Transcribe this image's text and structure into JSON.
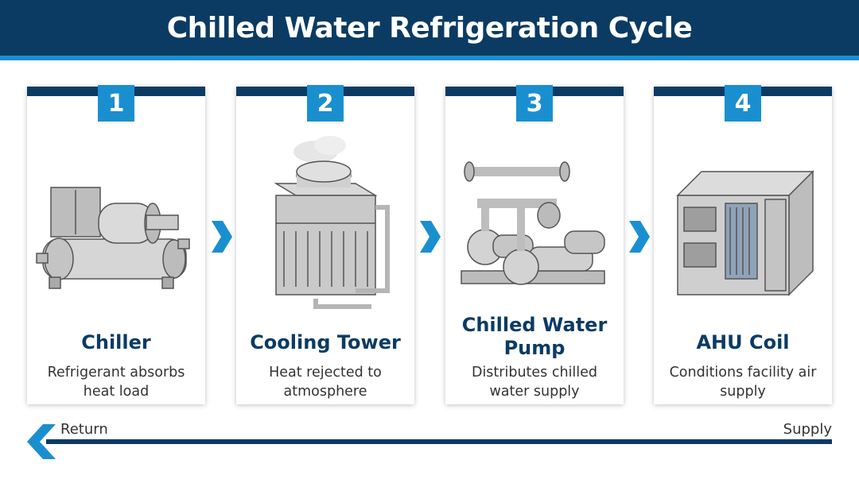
{
  "header": {
    "title": "Chilled Water Refrigeration Cycle"
  },
  "steps": [
    {
      "number": "1",
      "title": "Chiller",
      "description": "Refrigerant absorbs heat load",
      "icon": "chiller-icon"
    },
    {
      "number": "2",
      "title": "Cooling Tower",
      "description": "Heat rejected to atmosphere",
      "icon": "cooling-tower-icon"
    },
    {
      "number": "3",
      "title": "Chilled Water Pump",
      "description": "Distributes chilled water supply",
      "icon": "pump-icon"
    },
    {
      "number": "4",
      "title": "AHU Coil",
      "description": "Conditions facility air supply",
      "icon": "ahu-coil-icon"
    }
  ],
  "flow": {
    "left_label": "Return",
    "right_label": "Supply"
  },
  "colors": {
    "primary": "#0b3b63",
    "accent": "#1a8fd0",
    "equipment": "#c9c9c9"
  }
}
